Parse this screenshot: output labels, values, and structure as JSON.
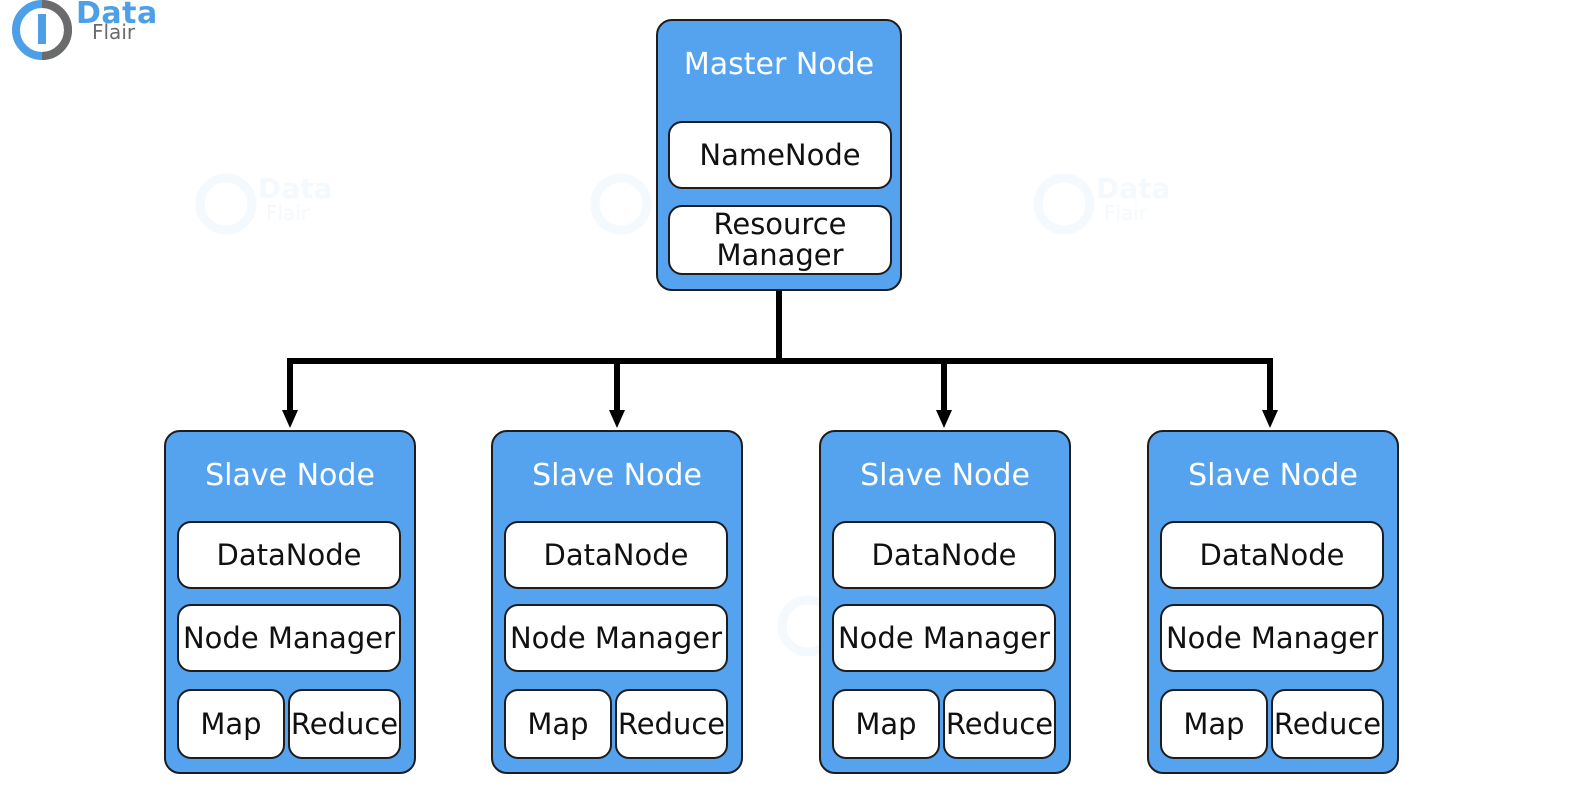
{
  "logo": {
    "line1": "Data",
    "line2": "Flair",
    "colors": {
      "accent": "#4d9fe8",
      "muted": "#6b6b6b"
    }
  },
  "master": {
    "title": "Master Node",
    "components": [
      "NameNode",
      "Resource Manager"
    ]
  },
  "slaves": [
    {
      "title": "Slave Node",
      "datanode": "DataNode",
      "nodemanager": "Node Manager",
      "map": "Map",
      "reduce": "Reduce"
    },
    {
      "title": "Slave Node",
      "datanode": "DataNode",
      "nodemanager": "Node Manager",
      "map": "Map",
      "reduce": "Reduce"
    },
    {
      "title": "Slave Node",
      "datanode": "DataNode",
      "nodemanager": "Node Manager",
      "map": "Map",
      "reduce": "Reduce"
    },
    {
      "title": "Slave Node",
      "datanode": "DataNode",
      "nodemanager": "Node Manager",
      "map": "Map",
      "reduce": "Reduce"
    }
  ],
  "colors": {
    "node_fill": "#55a3ef",
    "border": "#1d1d1d",
    "connector": "#000000"
  }
}
